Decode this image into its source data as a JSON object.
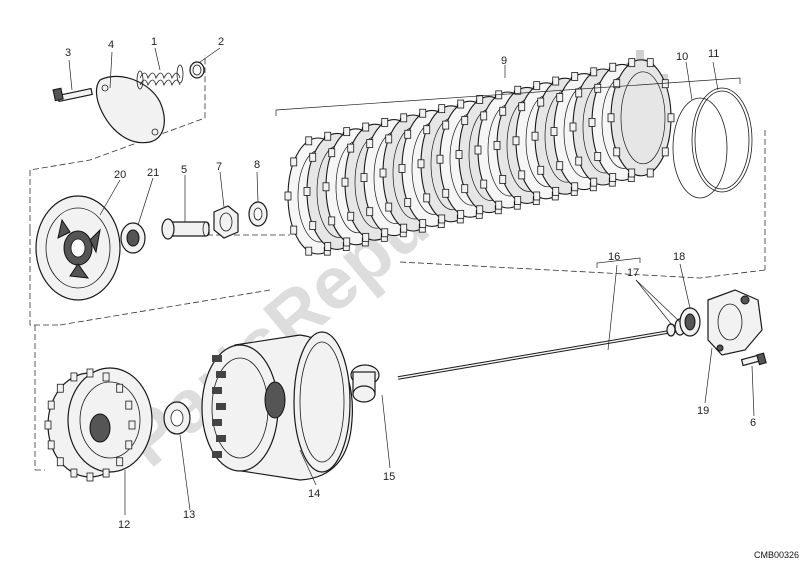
{
  "diagram": {
    "drawing_code": "CMB00326",
    "watermark": "PartsRepublik",
    "callouts": [
      {
        "id": "c1",
        "text": "1"
      },
      {
        "id": "c2",
        "text": "2"
      },
      {
        "id": "c3",
        "text": "3"
      },
      {
        "id": "c4",
        "text": "4"
      },
      {
        "id": "c5",
        "text": "5"
      },
      {
        "id": "c6",
        "text": "6"
      },
      {
        "id": "c7",
        "text": "7"
      },
      {
        "id": "c8",
        "text": "8"
      },
      {
        "id": "c9",
        "text": "9"
      },
      {
        "id": "c10",
        "text": "10"
      },
      {
        "id": "c11",
        "text": "11"
      },
      {
        "id": "c12",
        "text": "12"
      },
      {
        "id": "c13",
        "text": "13"
      },
      {
        "id": "c14",
        "text": "14"
      },
      {
        "id": "c15",
        "text": "15"
      },
      {
        "id": "c16",
        "text": "16"
      },
      {
        "id": "c17",
        "text": "17"
      },
      {
        "id": "c18",
        "text": "18"
      },
      {
        "id": "c19",
        "text": "19"
      },
      {
        "id": "c20",
        "text": "20"
      },
      {
        "id": "c21",
        "text": "21"
      }
    ]
  }
}
